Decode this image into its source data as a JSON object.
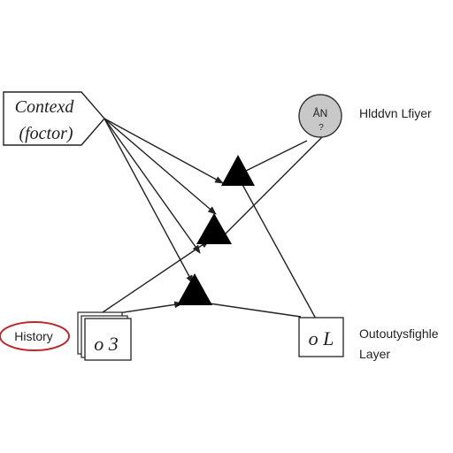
{
  "nodes": {
    "context": {
      "line1": "Contexd",
      "line2": "(foctor)"
    },
    "hidden": {
      "top": "ÅN",
      "bottom": "?",
      "label": "Hlddvn Lfiyer"
    },
    "history": {
      "label": "History",
      "box_text": "o 3"
    },
    "output": {
      "box_text": "o L",
      "label_line1": "Outoutysfighle",
      "label_line2": "Layer"
    }
  },
  "colors": {
    "line": "#222222",
    "triangle": "#000000",
    "hidden_fill": "#c8c8c8",
    "history_oval": "#c0282d"
  }
}
